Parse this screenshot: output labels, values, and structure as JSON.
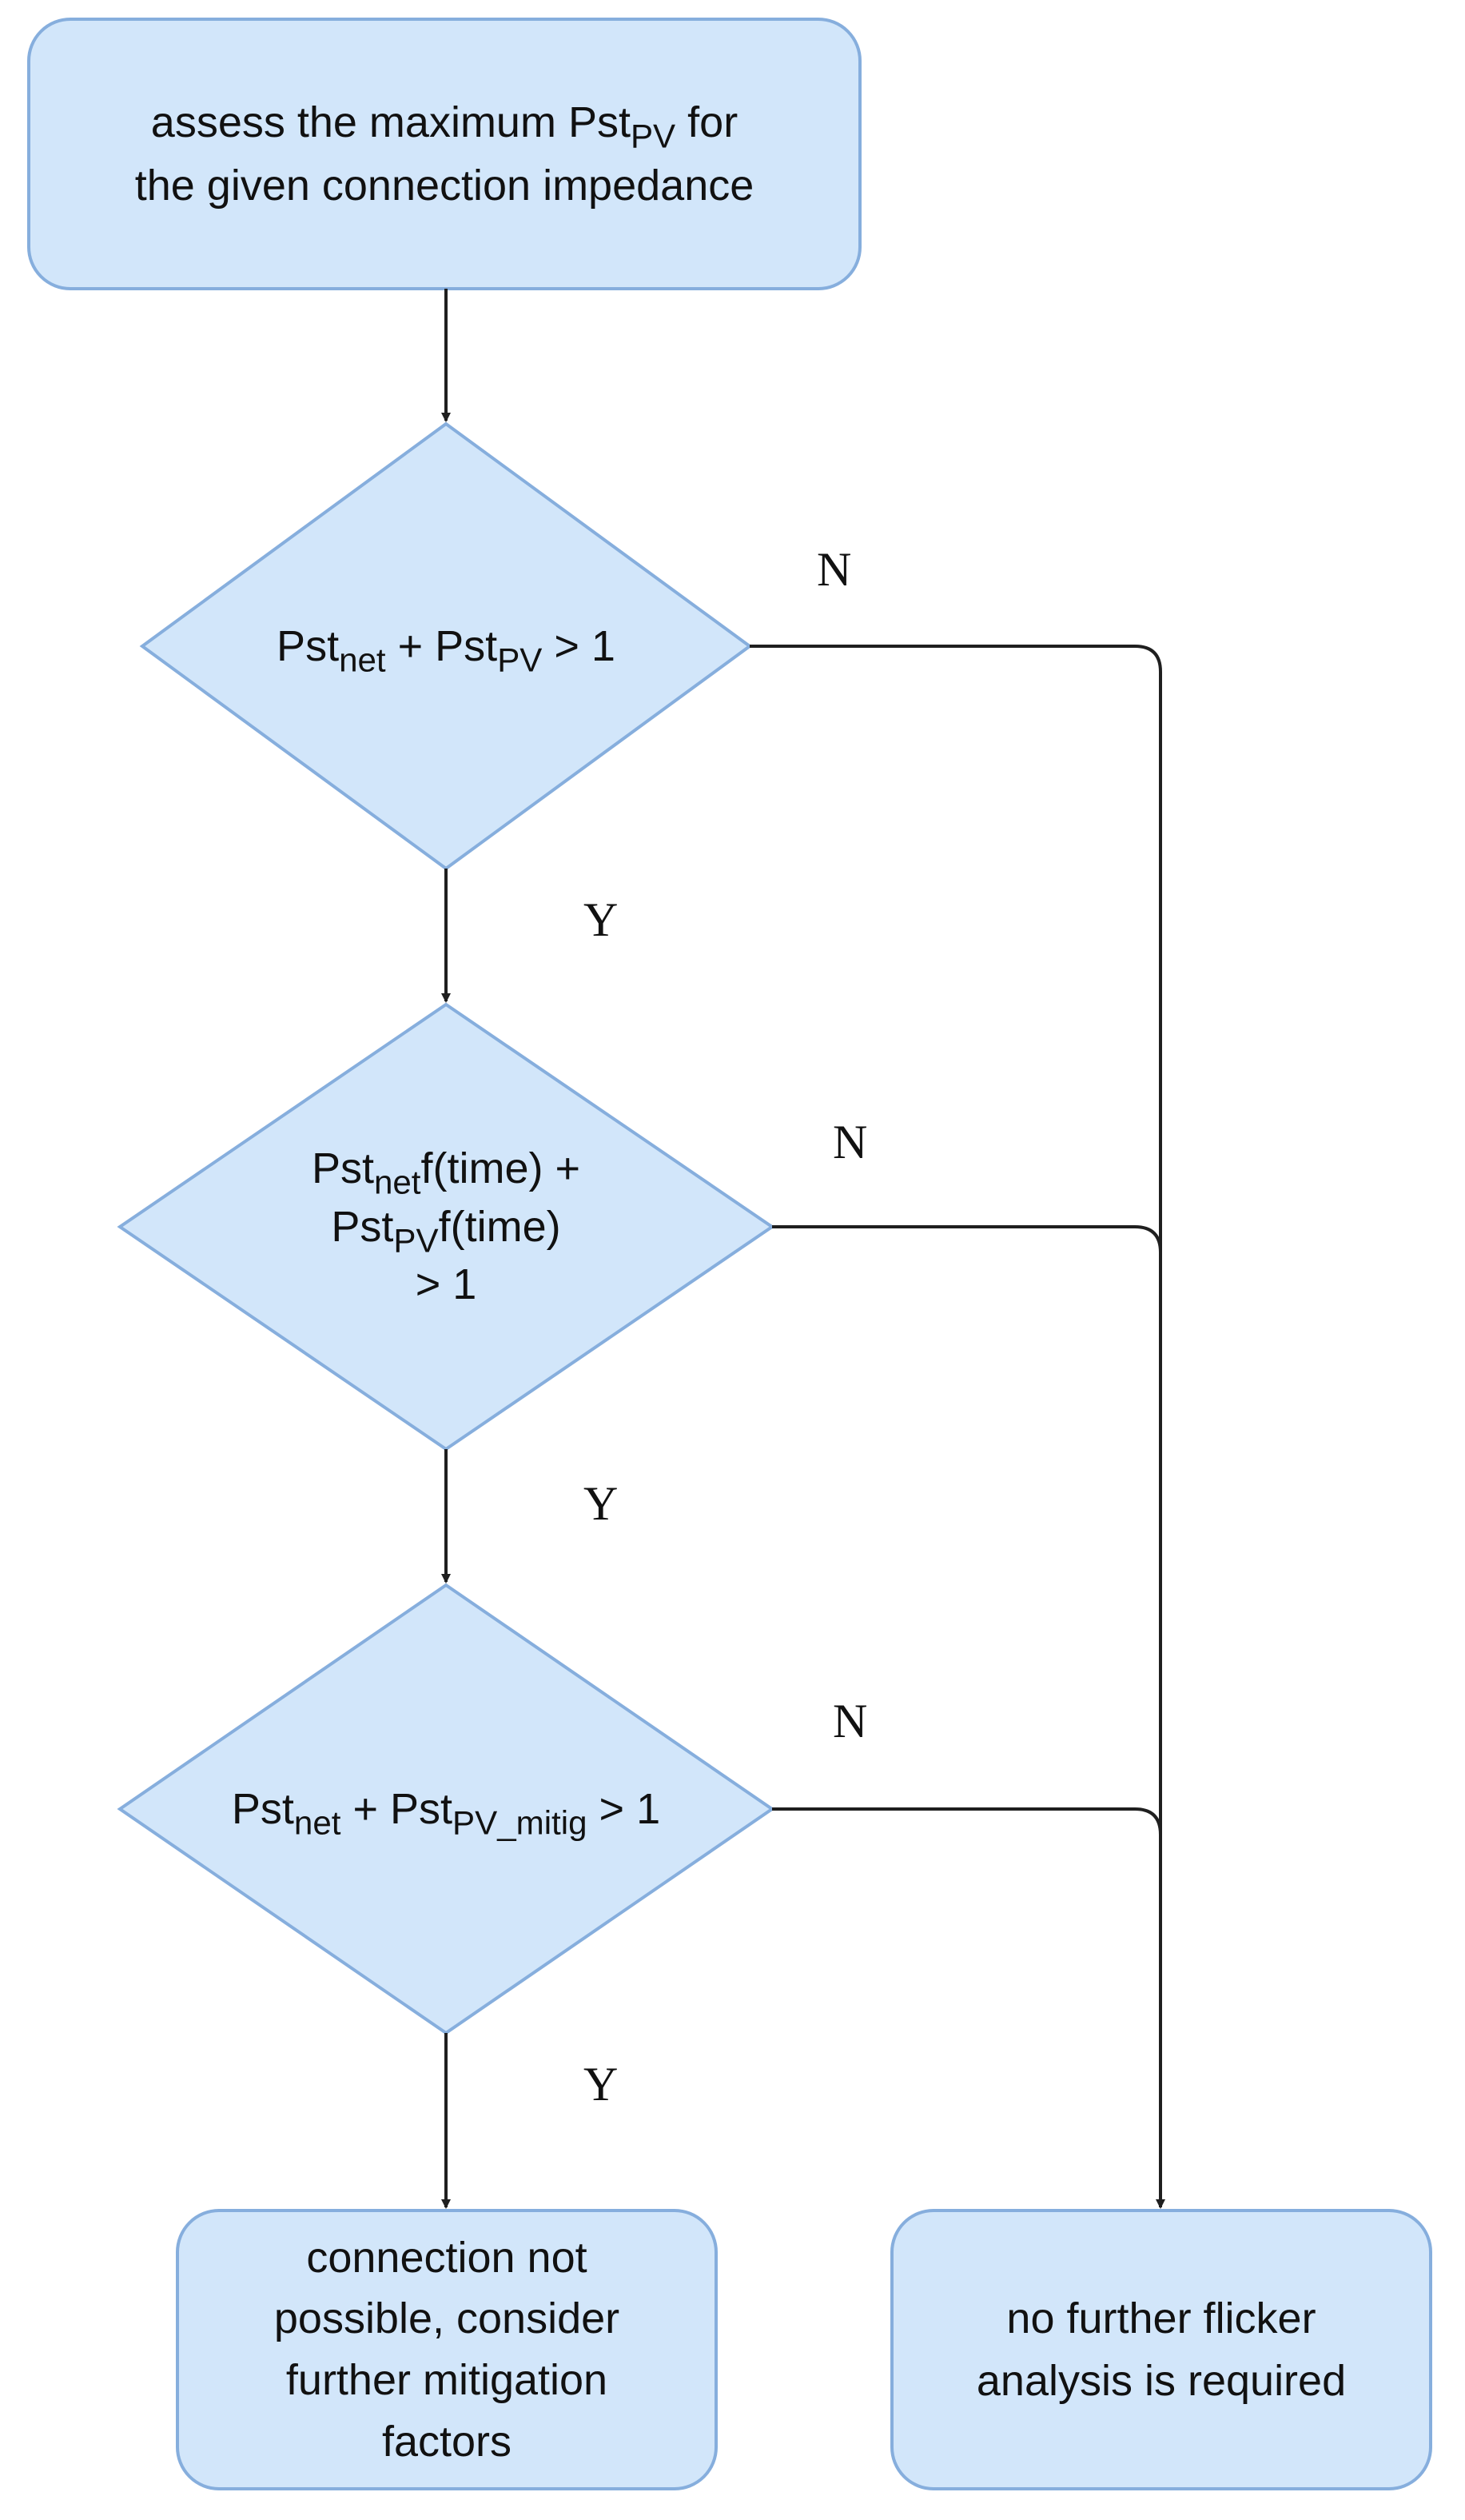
{
  "colors": {
    "node_fill": "#d2e6fa",
    "node_stroke": "#86aedd",
    "edge": "#1f1f1f"
  },
  "nodes": {
    "start": {
      "line1_pre": "assess the maximum Pst",
      "line1_sub": "PV",
      "line1_post": " for",
      "line2": "the given connection impedance"
    },
    "decision1": {
      "pst1": "Pst",
      "sub1": "net",
      "mid": " + Pst",
      "sub2": "PV",
      "tail": " > 1"
    },
    "decision2": {
      "pst1": "Pst",
      "sub1": "net",
      "f1": "f(time) +",
      "pst2": "Pst",
      "sub2": "PV",
      "f2": "f(time)",
      "tail": "> 1"
    },
    "decision3": {
      "pst1": "Pst",
      "sub1": "net",
      "mid": " + Pst",
      "sub2": "PV_mitig",
      "tail": " > 1"
    },
    "end_left": {
      "line1": "connection not",
      "line2": "possible, consider",
      "line3": "further mitigation",
      "line4": "factors"
    },
    "end_right": {
      "line1": "no further flicker",
      "line2": "analysis is required"
    }
  },
  "edge_labels": {
    "d1_no": "N",
    "d1_yes": "Y",
    "d2_no": "N",
    "d2_yes": "Y",
    "d3_no": "N",
    "d3_yes": "Y"
  }
}
